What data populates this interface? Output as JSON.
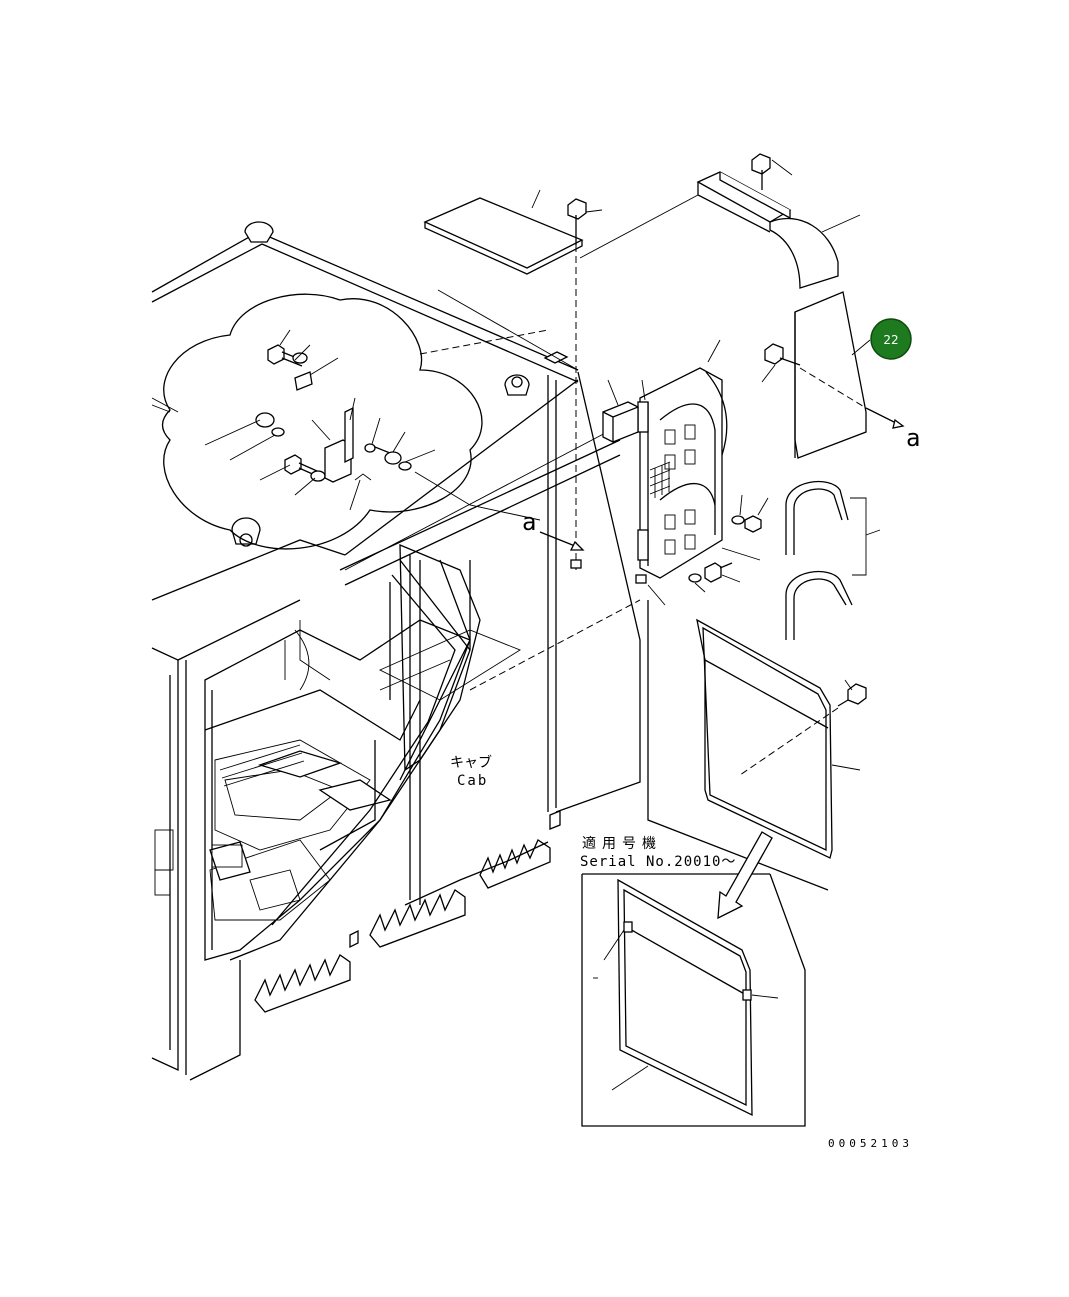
{
  "labels": {
    "cab_jp": "キャブ",
    "cab_en": "Cab",
    "view_a_left": "a",
    "view_a_right": "a",
    "serial_jp": "適用号機",
    "serial_en": "Serial No.20010～",
    "drawing_no": "00052103"
  },
  "callout": {
    "number": "22",
    "color": "#1e7a1e",
    "text_color": "#ffffff"
  }
}
